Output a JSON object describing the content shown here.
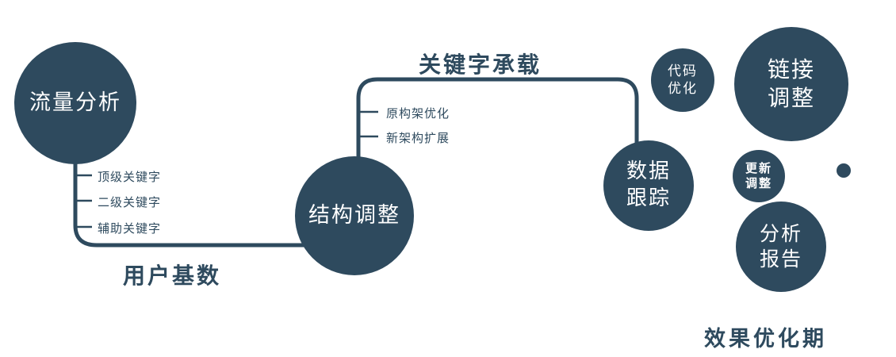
{
  "colors": {
    "primary": "#2e4a5e",
    "text_on_dark": "#ffffff"
  },
  "nodes": {
    "traffic": {
      "label": "流量分析"
    },
    "structure": {
      "label": "结构调整"
    },
    "tracking": {
      "lines": [
        "数据",
        "跟踪"
      ]
    },
    "code": {
      "lines": [
        "代码",
        "优化"
      ]
    },
    "link": {
      "lines": [
        "链接",
        "调整"
      ]
    },
    "update": {
      "lines": [
        "更新",
        "调整"
      ]
    },
    "report": {
      "lines": [
        "分析",
        "报告"
      ]
    }
  },
  "edges": {
    "user_base": "用户基数",
    "keyword_carry": "关键字承载"
  },
  "branches": {
    "left": [
      "顶级关键字",
      "二级关键字",
      "辅助关键字"
    ],
    "mid": [
      "原构架优化",
      "新架构扩展"
    ]
  },
  "caption": "效果优化期"
}
